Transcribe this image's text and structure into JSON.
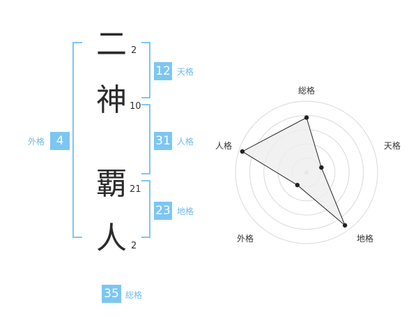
{
  "name": {
    "characters": [
      {
        "char": "二",
        "strokes": "2"
      },
      {
        "char": "神",
        "strokes": "10"
      },
      {
        "char": "覇",
        "strokes": "21"
      },
      {
        "char": "人",
        "strokes": "2"
      }
    ]
  },
  "scores": {
    "tenkaku": {
      "value": "12",
      "label": "天格"
    },
    "jinkaku": {
      "value": "31",
      "label": "人格"
    },
    "chikaku": {
      "value": "23",
      "label": "地格"
    },
    "gaikaku": {
      "value": "4",
      "label": "外格"
    },
    "soukaku": {
      "value": "35",
      "label": "総格"
    }
  },
  "radar": {
    "axes": [
      "総格",
      "天格",
      "地格",
      "外格",
      "人格"
    ],
    "values": [
      0.77,
      0.22,
      0.92,
      0.22,
      0.95
    ],
    "colors": {
      "ring": "#d9d9d9",
      "fill": "#eeeeee",
      "line": "#222222",
      "center": "#cccccc"
    }
  }
}
